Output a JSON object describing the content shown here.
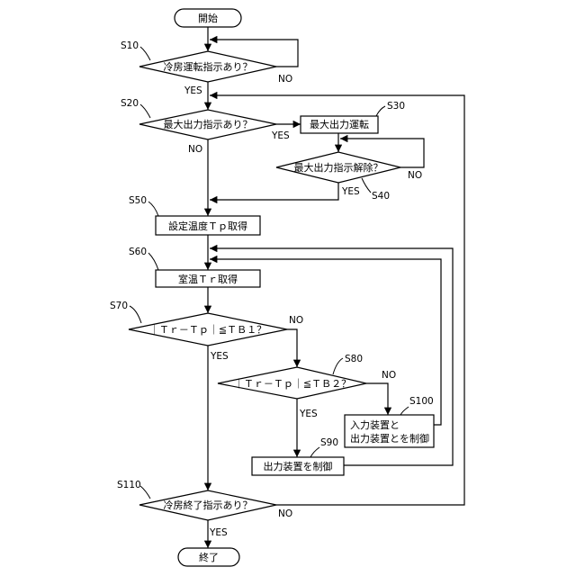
{
  "steps": {
    "start": "開始",
    "s10": "冷房運転指示あり？",
    "s20": "最大出力指示あり？",
    "s30": "最大出力運転",
    "s40": "最大出力指示解除？",
    "s50": "設定温度Ｔｐ取得",
    "s60": "室温Ｔｒ取得",
    "s70": "｜Ｔｒ－Ｔｐ｜≦ＴＢ１？",
    "s80": "｜Ｔｒ－Ｔｐ｜≦ＴＢ２？",
    "s100_line1": "入力装置と",
    "s100_line2": "出力装置とを制御",
    "s90": "出力装置を制御",
    "s110": "冷房終了指示あり？",
    "end": "終了"
  },
  "labels": {
    "s10": "S10",
    "s20": "S20",
    "s30": "S30",
    "s40": "S40",
    "s50": "S50",
    "s60": "S60",
    "s70": "S70",
    "s80": "S80",
    "s90": "S90",
    "s100": "S100",
    "s110": "S110"
  },
  "branches": {
    "yes": "YES",
    "no": "NO"
  }
}
